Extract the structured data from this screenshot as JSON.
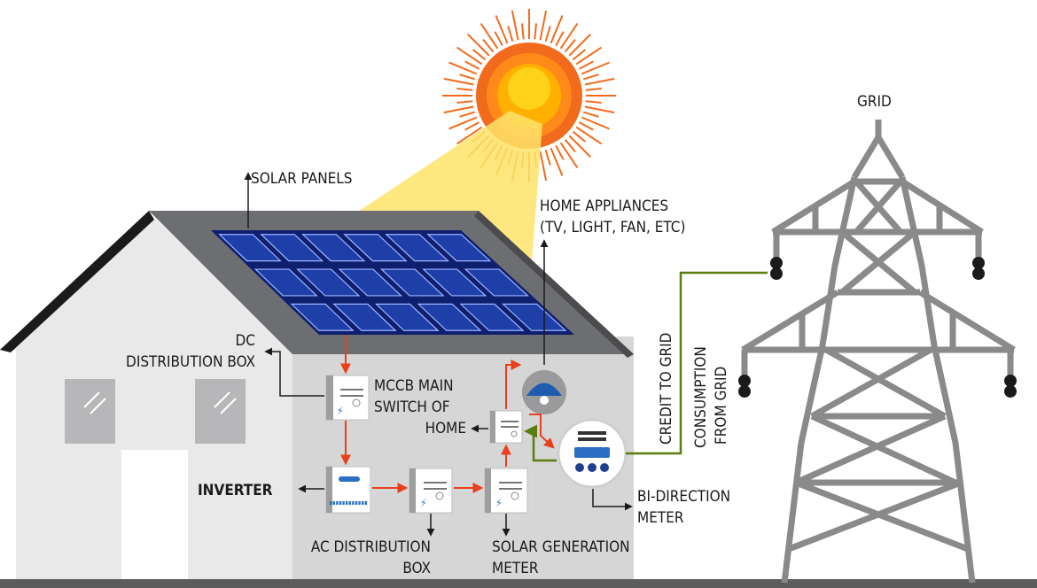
{
  "labels": {
    "solar_panels": "SOLAR PANELS",
    "home_appliances_1": "HOME APPLIANCES",
    "home_appliances_2": "(TV, LIGHT, FAN, ETC)",
    "grid": "GRID",
    "dc_box_1": "DC",
    "dc_box_2": "DISTRIBUTION BOX",
    "mccb_1": "MCCB MAIN",
    "mccb_2": "SWITCH OF",
    "mccb_3": "HOME",
    "inverter": "INVERTER",
    "ac_box_1": "AC DISTRIBUTION",
    "ac_box_2": "BOX",
    "solar_meter_1": "SOLAR GENERATION",
    "solar_meter_2": "METER",
    "bidir_1": "BI-DIRECTION",
    "bidir_2": "METER",
    "credit_to_grid": "CREDIT TO GRID",
    "consumption_1": "CONSUMPTION",
    "consumption_2": "FROM GRID"
  },
  "colors": {
    "sun_outer": "#f26b1d",
    "sun_inner": "#ffb000",
    "beam": "#ffe36a",
    "panel": "#0d1f6e",
    "roof": "#6d6e71",
    "wall": "#e8e8e8",
    "red_line": "#e8401c",
    "green_line": "#5a7d10",
    "tower": "#8a8a8a",
    "ground": "#5c5c5c"
  }
}
